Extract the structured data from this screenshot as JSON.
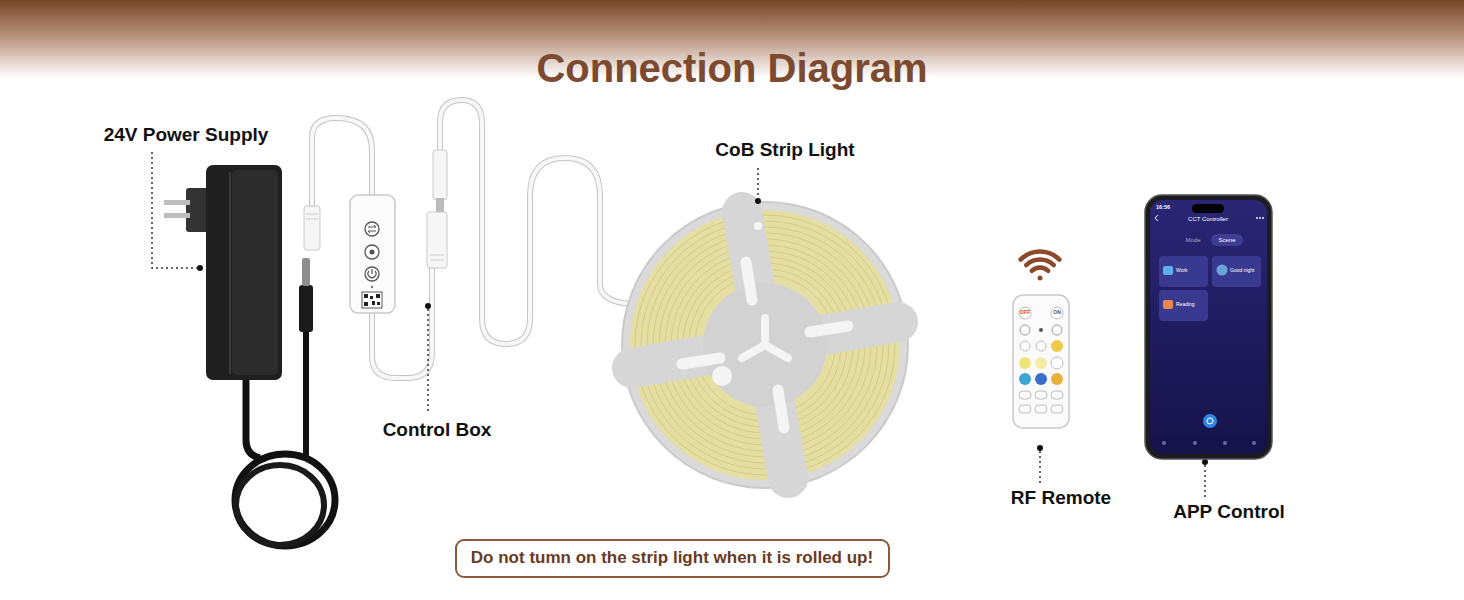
{
  "diagram": {
    "title": "Connection Diagram",
    "nodes": [
      {
        "text": [
          "Do not tumn on the strip light when it is rolled up!"
        ]
      }
    ],
    "labels": [
      "24V Power Supply",
      "CoB Strip Light",
      "Control Box",
      "OFF",
      "ON",
      "16:56",
      "CCT Controller",
      "Mode",
      "Scene",
      "Work",
      "Good night",
      "Reading",
      "RF Remote",
      "APP Control"
    ]
  }
}
